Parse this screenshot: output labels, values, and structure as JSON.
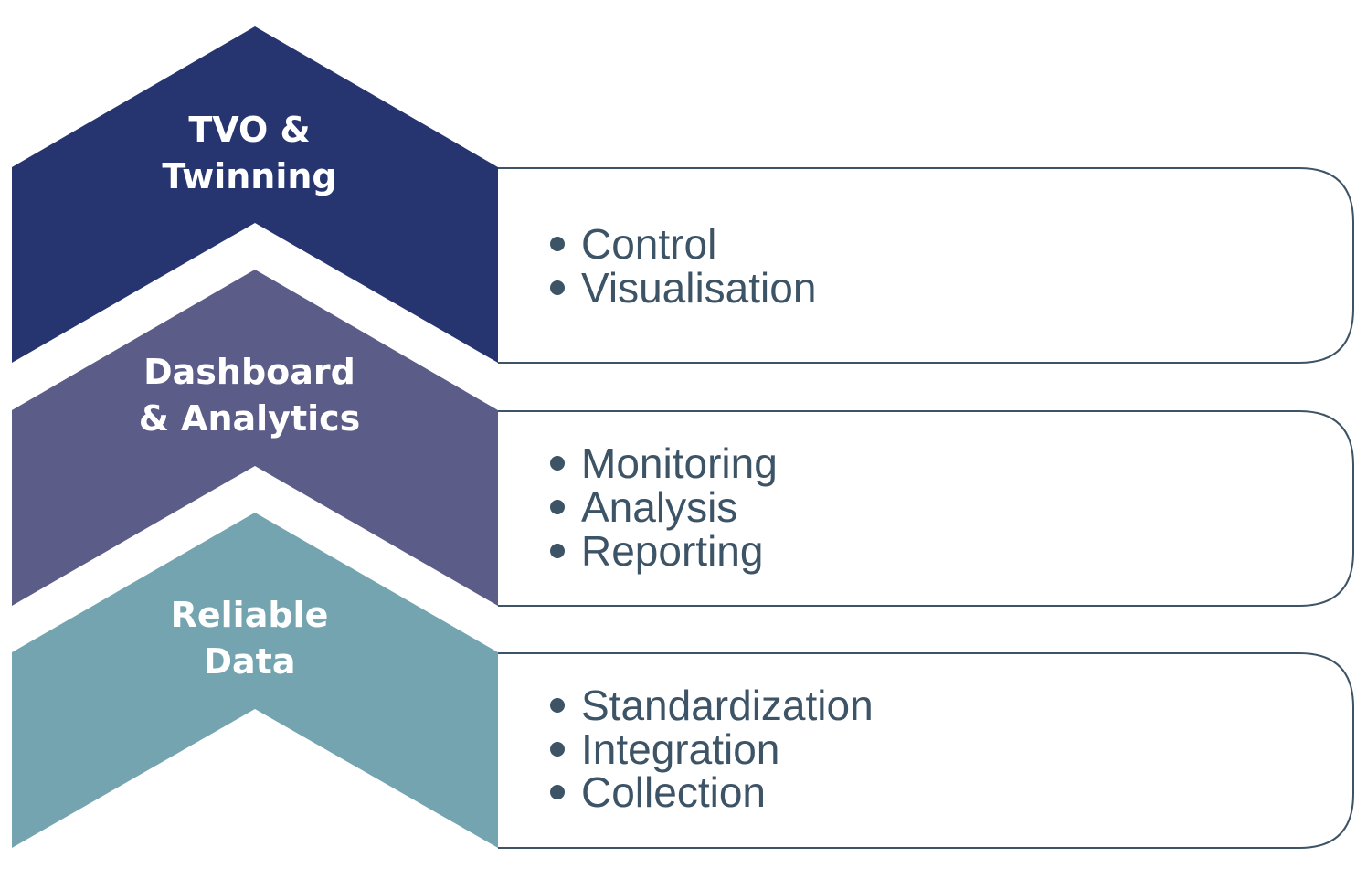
{
  "colors": {
    "layer_top": "#263570",
    "layer_middle": "#5b5c87",
    "layer_bottom": "#73a4b0",
    "text_dark": "#3d5366",
    "outline": "#3d5366"
  },
  "layers": [
    {
      "title_lines": [
        "TVO &",
        "Twinning"
      ],
      "items": [
        "Control",
        "Visualisation"
      ]
    },
    {
      "title_lines": [
        "Dashboard",
        "& Analytics"
      ],
      "items": [
        "Monitoring",
        "Analysis",
        "Reporting"
      ]
    },
    {
      "title_lines": [
        "Reliable",
        "Data"
      ],
      "items": [
        "Standardization",
        "Integration",
        "Collection"
      ]
    }
  ]
}
